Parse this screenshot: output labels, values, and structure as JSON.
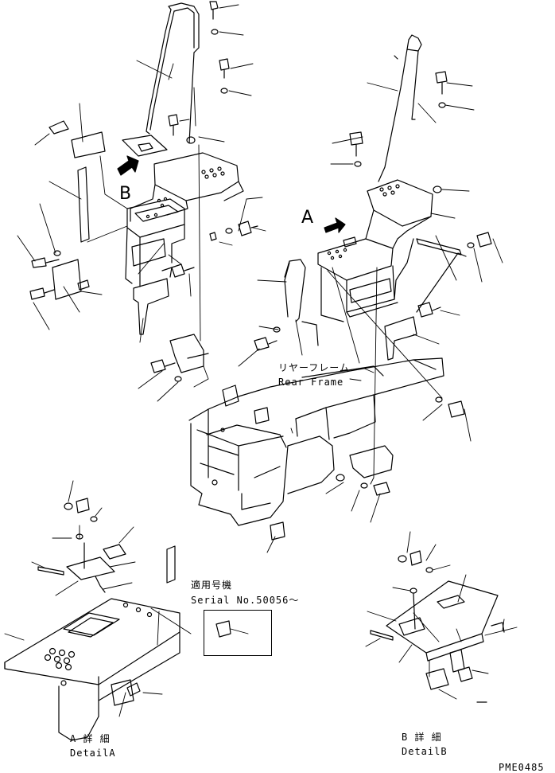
{
  "labels": {
    "rear_frame_ja": "リヤーフレーム",
    "rear_frame_en": "Rear Frame",
    "serial_ja": "適用号機",
    "serial_en": "Serial No.50056～",
    "detail_a_ja": "A 詳 細",
    "detail_a_en": "DetailA",
    "detail_b_ja": "B 詳 細",
    "detail_b_en": "DetailB",
    "view_a": "A",
    "view_b": "B",
    "drawing_code": "PME0485"
  }
}
